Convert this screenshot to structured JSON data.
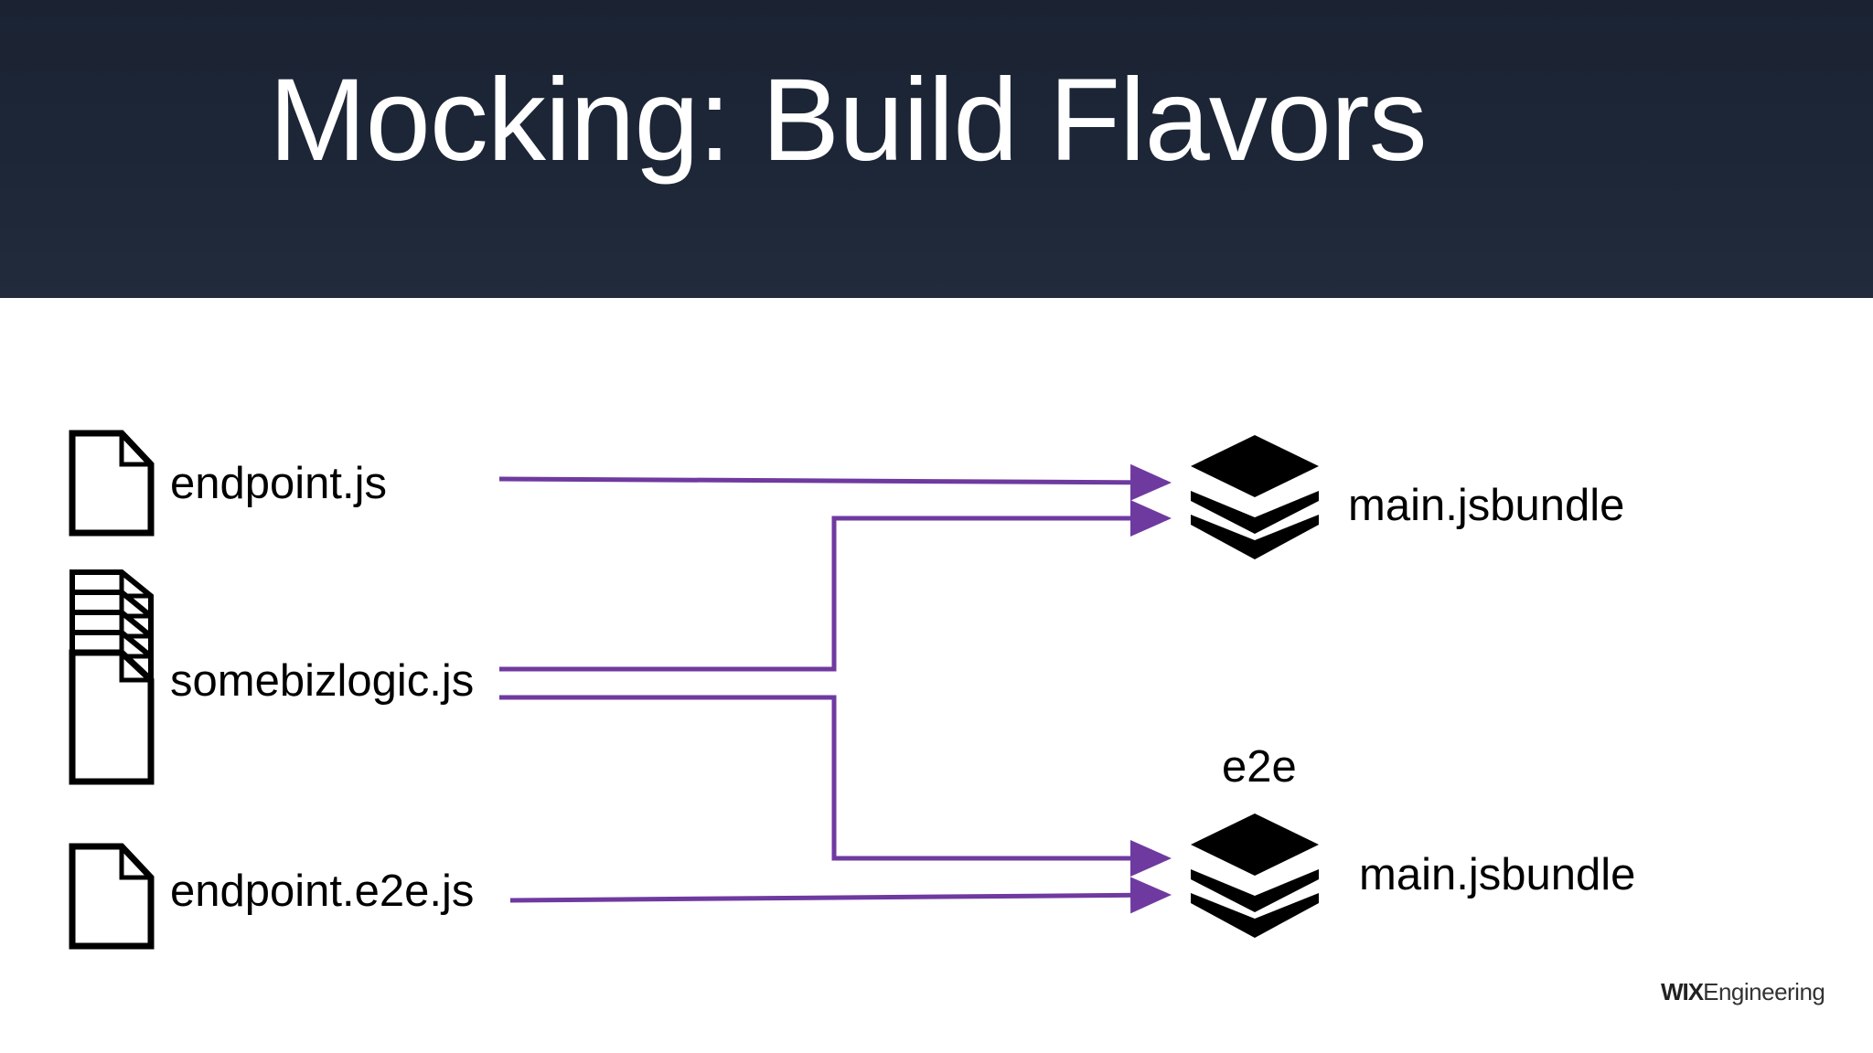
{
  "slide": {
    "title": "Mocking: Build Flavors"
  },
  "sources": [
    {
      "name": "endpoint.js",
      "icon": "file-icon"
    },
    {
      "name": "somebizlogic.js",
      "icon": "stacked-files-icon"
    },
    {
      "name": "endpoint.e2e.js",
      "icon": "file-icon"
    }
  ],
  "bundles": [
    {
      "name": "main.jsbundle",
      "flavor": "",
      "icon": "layers-icon"
    },
    {
      "name": "main.jsbundle",
      "flavor": "e2e",
      "icon": "layers-icon"
    }
  ],
  "edges": [
    {
      "from": "endpoint.js",
      "to": "main.jsbundle"
    },
    {
      "from": "somebizlogic.js",
      "to": "main.jsbundle"
    },
    {
      "from": "somebizlogic.js",
      "to": "e2e main.jsbundle"
    },
    {
      "from": "endpoint.e2e.js",
      "to": "e2e main.jsbundle"
    }
  ],
  "colors": {
    "arrow": "#6f3aa0",
    "header_bg": "#1d2737",
    "title_text": "#ffffff"
  },
  "branding": {
    "brand_bold": "WIX",
    "brand_rest": "Engineering"
  }
}
